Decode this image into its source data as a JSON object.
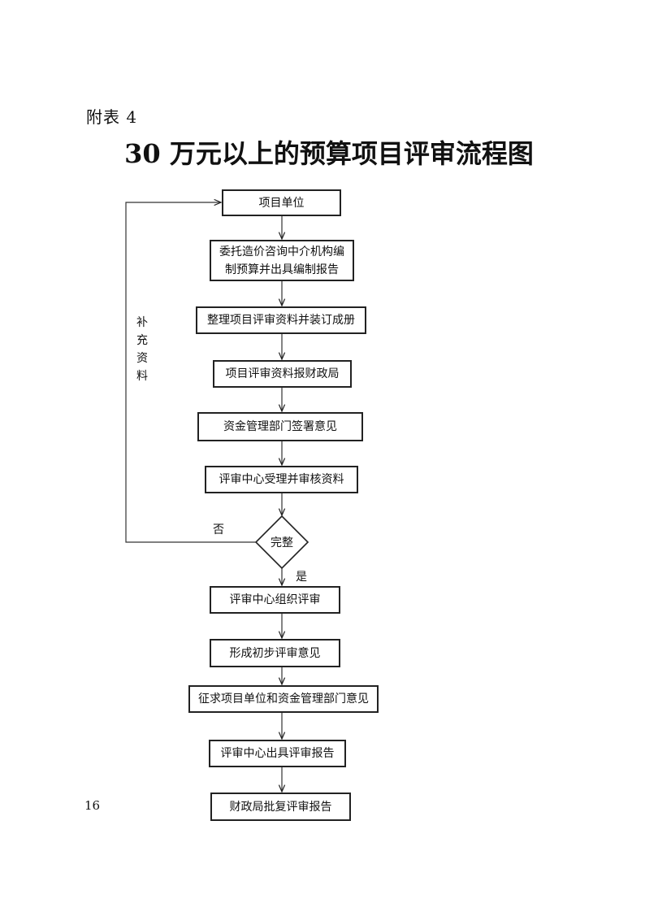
{
  "appendix_label": "附表 4",
  "title": "30 万元以上的预算项目评审流程图",
  "steps": [
    "项目单位",
    "委托造价咨询中介机构编\n制预算并出具编制报告",
    "整理项目评审资料并装订成册",
    "项目评审资料报财政局",
    "资金管理部门签署意见",
    "评审中心受理并审核资料",
    "评审中心组织评审",
    "形成初步评审意见",
    "征求项目单位和资金管理部门意见",
    "评审中心出具评审报告",
    "财政局批复评审报告"
  ],
  "decision": {
    "label": "完整",
    "yes_label": "是",
    "no_label": "否"
  },
  "loop_label": "补充资料",
  "page_number": "16"
}
